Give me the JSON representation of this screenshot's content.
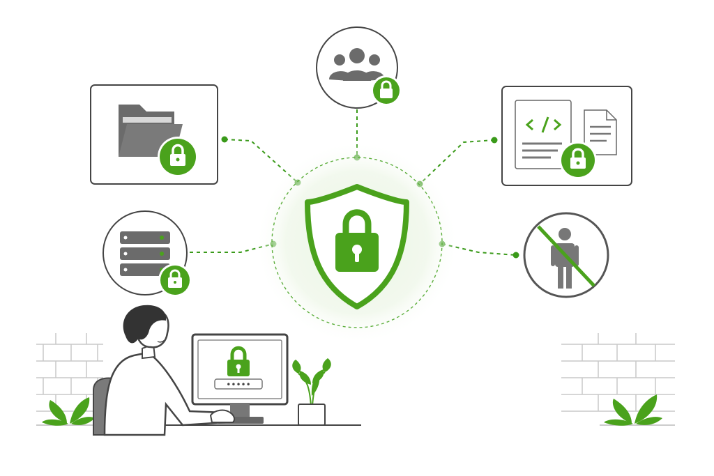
{
  "colors": {
    "accent": "#4aa21c",
    "outline": "#444444",
    "icon_grey": "#6b6b6b",
    "background": "#ffffff"
  },
  "nodes": [
    {
      "id": "center",
      "icon": "shield-lock-icon"
    },
    {
      "id": "users",
      "icon": "user-group-icon",
      "badge": "lock-badge-icon"
    },
    {
      "id": "folder",
      "icon": "folder-icon",
      "badge": "lock-badge-icon"
    },
    {
      "id": "code-document",
      "icon": "code-document-icon",
      "badge": "lock-badge-icon"
    },
    {
      "id": "server",
      "icon": "server-icon",
      "badge": "lock-badge-icon"
    },
    {
      "id": "no-unauthorized-person",
      "icon": "no-person-icon"
    }
  ],
  "illustration": {
    "person": "person-at-computer",
    "monitor_screen": {
      "icon": "lock-icon",
      "password_mask": "•••••"
    },
    "decor": [
      "brick-wall-left",
      "brick-wall-right",
      "potted-plant",
      "leaf-plant-left",
      "leaf-plant-right"
    ]
  }
}
